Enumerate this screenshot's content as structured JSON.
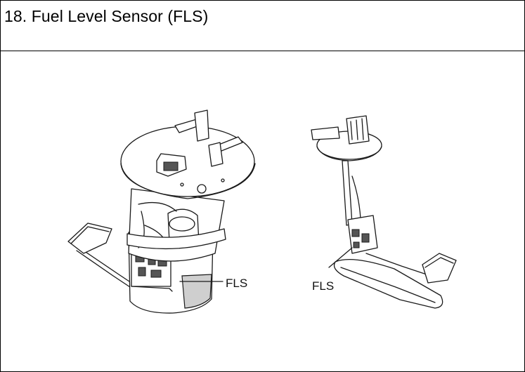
{
  "header": {
    "title": "18. Fuel Level Sensor (FLS)"
  },
  "figure": {
    "left_callout": "FLS",
    "right_callout": "FLS"
  }
}
